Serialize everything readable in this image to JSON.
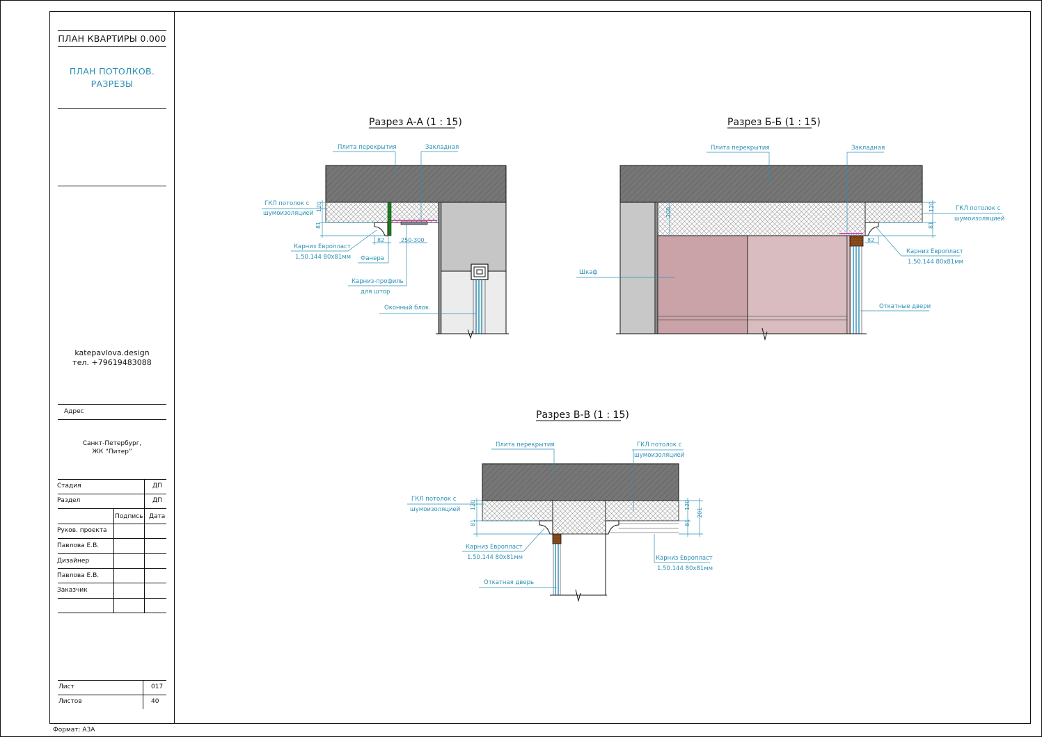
{
  "sidebar": {
    "title_main": "ПЛАН КВАРТИРЫ 0.000",
    "title_sub_line1": "ПЛАН ПОТОЛКОВ.",
    "title_sub_line2": "РАЗРЕЗЫ",
    "website": "katepavlova.design",
    "phone": "тел. +79619483088",
    "address_label": "Адрес",
    "city_line1": "Санкт-Петербург,",
    "city_line2": "ЖК “Питер”",
    "stage_label": "Стадия",
    "stage_value": "ДП",
    "section_label": "Раздел",
    "section_value": "ДП",
    "signature_label": "Подпись",
    "date_label": "Дата",
    "rows": [
      "Руков. проекта",
      "Павлова Е.В.",
      "Дизайнер",
      "Павлова Е.В.",
      "Заказчик"
    ],
    "sheet_label": "Лист",
    "sheet_value": "017",
    "sheets_label": "Листов",
    "sheets_value": "40"
  },
  "format": "Формат: А3А",
  "sections": {
    "a": {
      "title": "Разрез А-А (1 : 15)",
      "slab": "Плита перекрытия",
      "embed": "Закладная",
      "gkl_1": "ГКЛ потолок с",
      "gkl_2": "шумоизоляцией",
      "cornice_1": "Карниз Европласт",
      "cornice_2": "1.50.144  80х81мм",
      "plywood": "Фанера",
      "profile_1": "Карниз-профиль",
      "profile_2": "для штор",
      "window": "Оконный блок",
      "dim_120": "120",
      "dim_81": "81",
      "dim_82": "82",
      "dim_range": "250-300"
    },
    "b": {
      "title": "Разрез Б-Б (1 : 15)",
      "slab": "Плита перекрытия",
      "embed": "Закладная",
      "gkl_1": "ГКЛ потолок с",
      "gkl_2": "шумоизоляцией",
      "cornice_1": "Карниз Европласт",
      "cornice_2": "1.50.144  80х81мм",
      "wardrobe": "Шкаф",
      "doors": "Откатные двери",
      "dim_200": "200",
      "dim_120": "120",
      "dim_81": "81",
      "dim_82": "82"
    },
    "c": {
      "title": "Разрез В-В (1 : 15)",
      "slab": "Плита перекрытия",
      "gkl_r1": "ГКЛ потолок с",
      "gkl_r2": "шумоизоляцией",
      "gkl_l1": "ГКЛ потолок с",
      "gkl_l2": "шумоизоляцией",
      "cornice_l1": "Карниз Европласт",
      "cornice_l2": "1.50.144  80х81мм",
      "cornice_r1": "Карниз Европласт",
      "cornice_r2": "1.50.144  80х81мм",
      "door": "Откатная дверь",
      "dim_120": "120",
      "dim_81": "81",
      "dim_120b": "120",
      "dim_81b": "81",
      "dim_201": "201"
    }
  },
  "colors": {
    "label": "#2b8fb5",
    "slab": "#7a7a7a",
    "wall": "#c8c8c8",
    "wardrobe": "#c9a3a7",
    "wood": "#8a4b1e",
    "plywood": "#1e7a1e",
    "embed": "#d24fb5"
  }
}
